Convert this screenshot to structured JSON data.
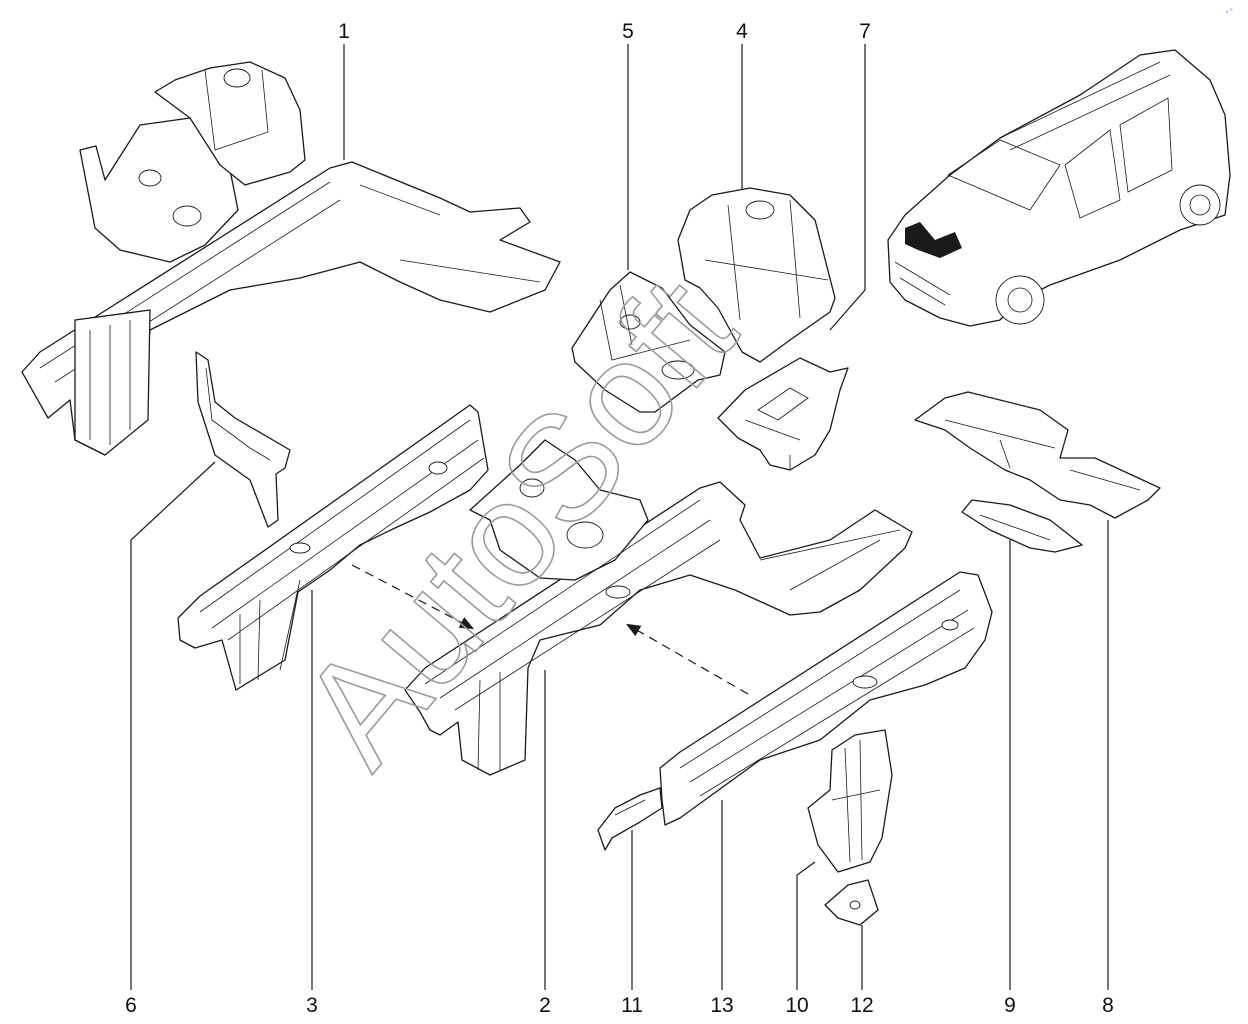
{
  "watermark": "AutoSoft",
  "corner_mark": "° °",
  "callouts": {
    "c1": "1",
    "c2": "2",
    "c3": "3",
    "c4": "4",
    "c5": "5",
    "c6": "6",
    "c7": "7",
    "c8": "8",
    "c9": "9",
    "c10": "10",
    "c11": "11",
    "c12": "12",
    "c13": "13"
  }
}
